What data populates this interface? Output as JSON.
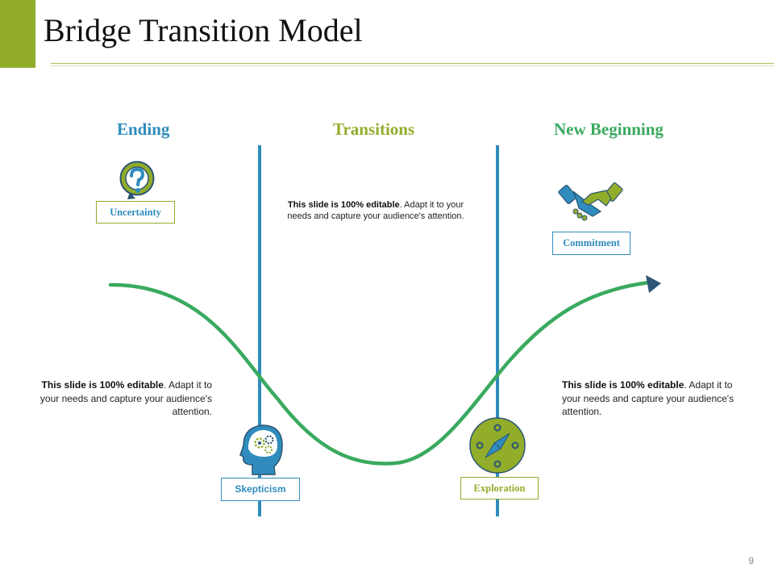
{
  "slide": {
    "title": "Bridge Transition Model",
    "page_number": "9"
  },
  "phases": [
    {
      "label": "Ending"
    },
    {
      "label": "Transitions"
    },
    {
      "label": "New Beginning"
    }
  ],
  "stages": {
    "uncertainty": {
      "label": "Uncertainty",
      "icon": "question-icon"
    },
    "commitment": {
      "label": "Commitment",
      "icon": "handshake-icon"
    },
    "skepticism": {
      "label": "Skepticism",
      "icon": "head-gears-icon"
    },
    "exploration": {
      "label": "Exploration",
      "icon": "compass-icon"
    }
  },
  "notes": {
    "middle": {
      "lead": "This slide is 100% editable",
      "body": ". Adapt it to your needs and capture your audience's attention."
    },
    "left": {
      "lead": "This slide is 100% editable",
      "body": ". Adapt it to your needs and capture your audience's attention."
    },
    "right": {
      "lead": "This slide is 100% editable",
      "body": ". Adapt it to your needs and capture your audience's attention."
    }
  },
  "colors": {
    "olive": "#92ad2a",
    "blue": "#2f8cbd",
    "green": "#3aaa5f",
    "navy": "#2d5574"
  }
}
